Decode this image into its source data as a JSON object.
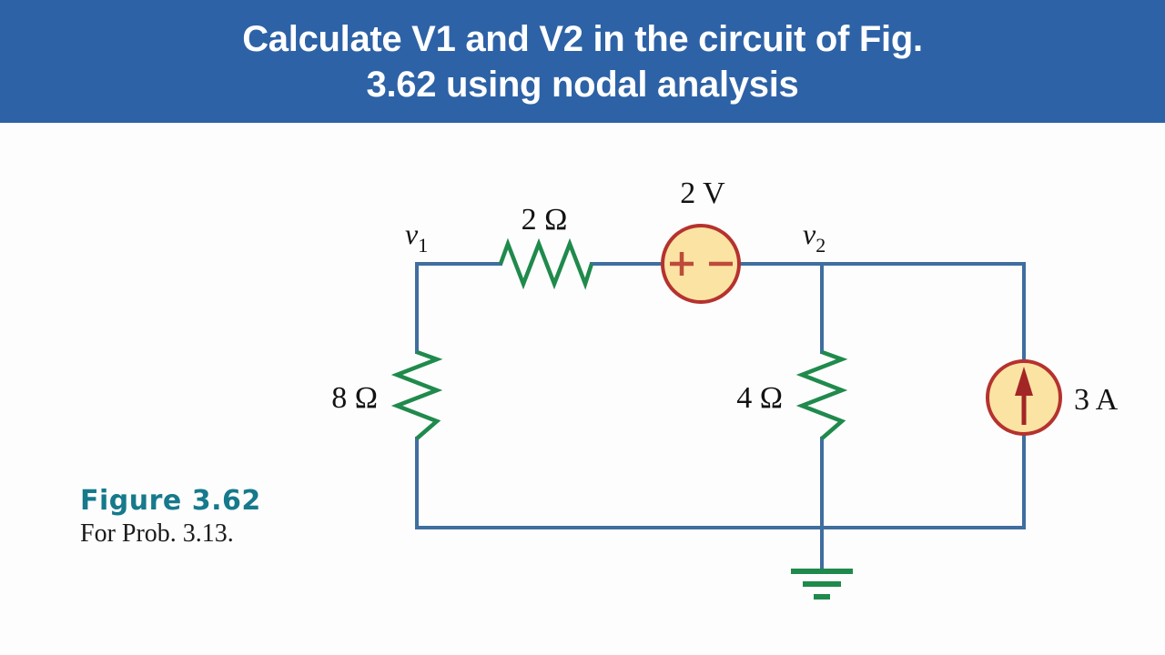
{
  "header": {
    "title_line1": "Calculate V1 and V2 in the circuit of Fig.",
    "title_line2": "3.62 using nodal analysis",
    "background_color": "#2d62a6",
    "text_color": "#ffffff"
  },
  "caption": {
    "figure_label": "Figure 3.62",
    "figure_sub": "For Prob. 3.13.",
    "figure_label_color": "#16798c"
  },
  "circuit": {
    "colors": {
      "wire": "#3f6e9f",
      "resistor": "#1f8a4c",
      "source_fill": "#fbe3a3",
      "source_stroke": "#b5322e",
      "source_mark": "#bd4b3a",
      "ground": "#1f8a4c"
    },
    "nodes": [
      {
        "name": "node-v1",
        "label": "v",
        "subscript": "1"
      },
      {
        "name": "node-v2",
        "label": "v",
        "subscript": "2"
      }
    ],
    "components": [
      {
        "name": "resistor-2-ohm",
        "type": "resistor",
        "label": "2 Ω",
        "orientation": "horizontal"
      },
      {
        "name": "resistor-8-ohm",
        "type": "resistor",
        "label": "8 Ω",
        "orientation": "vertical"
      },
      {
        "name": "resistor-4-ohm",
        "type": "resistor",
        "label": "4 Ω",
        "orientation": "vertical"
      },
      {
        "name": "voltage-source-2v",
        "type": "voltage-source",
        "label": "2 V",
        "plus": "+",
        "minus": "−"
      },
      {
        "name": "current-source-3a",
        "type": "current-source",
        "label": "3 A",
        "direction": "up"
      },
      {
        "name": "ground-symbol",
        "type": "ground",
        "label": ""
      }
    ],
    "labels": {
      "r2": "2 Ω",
      "r8": "8 Ω",
      "r4": "4 Ω",
      "vsource": "2 V",
      "isource": "3 A",
      "plus": "+",
      "minus": "−",
      "v1_base": "v",
      "v1_sub": "1",
      "v2_base": "v",
      "v2_sub": "2"
    }
  }
}
